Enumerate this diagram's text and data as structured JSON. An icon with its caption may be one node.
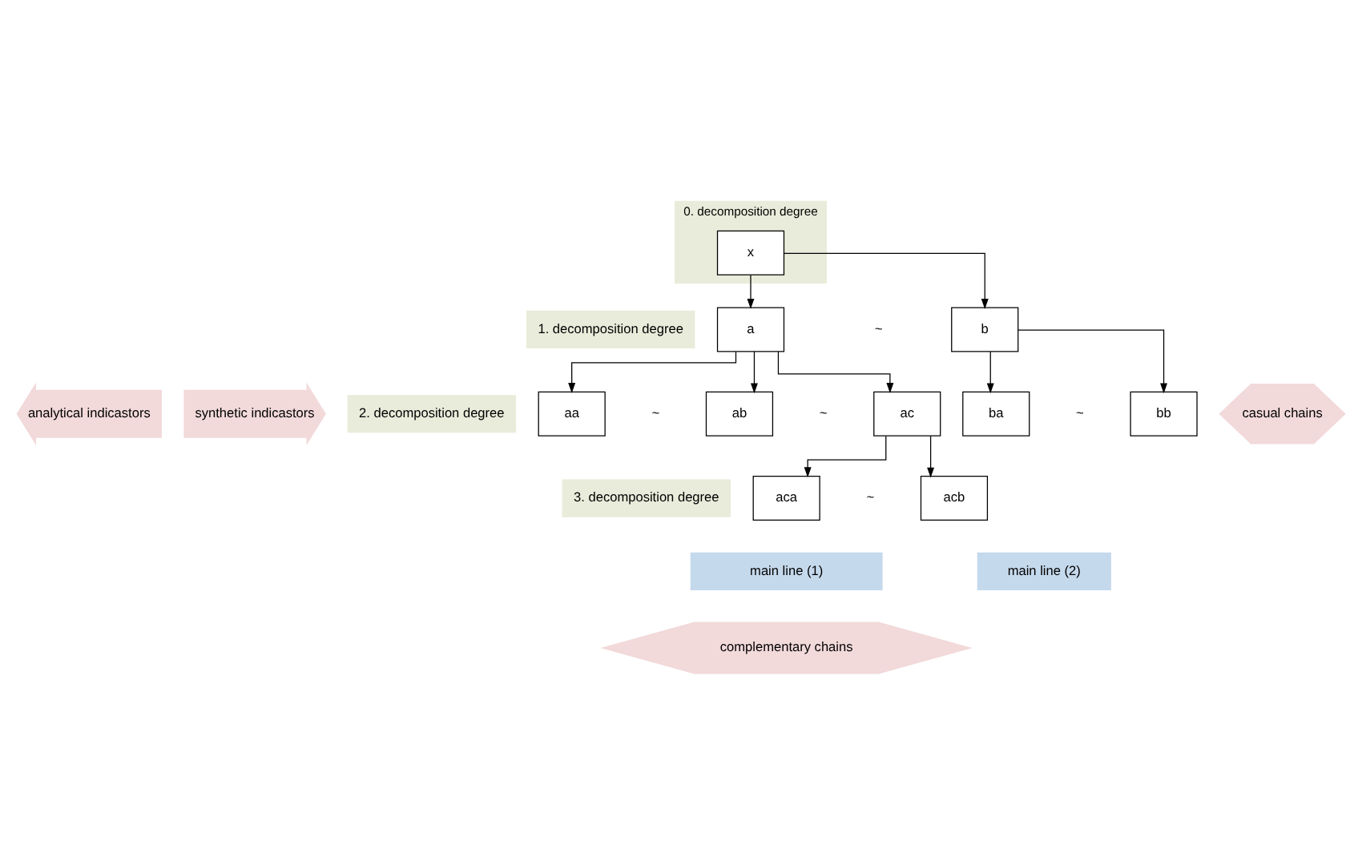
{
  "diagram": {
    "nodes": [
      {
        "text": [
          "analytical indicastors"
        ]
      },
      {
        "text": [
          "synthetic indicastors"
        ]
      },
      {
        "text": [
          "0. decomposition degree"
        ]
      },
      {
        "text": [
          "x"
        ],
        "in": 2
      },
      {
        "text": [
          "1. decomposition degree"
        ]
      },
      {
        "text": [
          "a"
        ]
      },
      {
        "text": [
          "b"
        ]
      },
      {
        "text": [
          "2. decomposition degree"
        ]
      },
      {
        "text": [
          "aa"
        ]
      },
      {
        "text": [
          "ab"
        ]
      },
      {
        "text": [
          "ac"
        ]
      },
      {
        "text": [
          "ba"
        ]
      },
      {
        "text": [
          "bb"
        ]
      },
      {
        "text": [
          "3. decomposition degree"
        ]
      },
      {
        "text": [
          "aca"
        ]
      },
      {
        "text": [
          "acb"
        ]
      },
      {
        "text": [
          "main line (1)"
        ]
      },
      {
        "text": [
          "main line (2)"
        ]
      },
      {
        "text": [
          "casual chains"
        ]
      },
      {
        "text": [
          "complementary chains"
        ]
      }
    ],
    "edges": [
      {
        "from": 3,
        "to": 5,
        "arrow": "to"
      },
      {
        "from": 3,
        "to": 6,
        "arrow": "to"
      },
      {
        "from": 5,
        "to": 8,
        "arrow": "to"
      },
      {
        "from": 5,
        "to": 9,
        "arrow": "to"
      },
      {
        "from": 5,
        "to": 10,
        "arrow": "to"
      },
      {
        "from": 6,
        "to": 11,
        "arrow": "to"
      },
      {
        "from": 6,
        "to": 12,
        "arrow": "to"
      },
      {
        "from": 10,
        "to": 14,
        "arrow": "to"
      },
      {
        "from": 10,
        "to": 15,
        "arrow": "to"
      }
    ],
    "labels": [
      "~",
      "~",
      "~",
      "~",
      "~"
    ]
  }
}
